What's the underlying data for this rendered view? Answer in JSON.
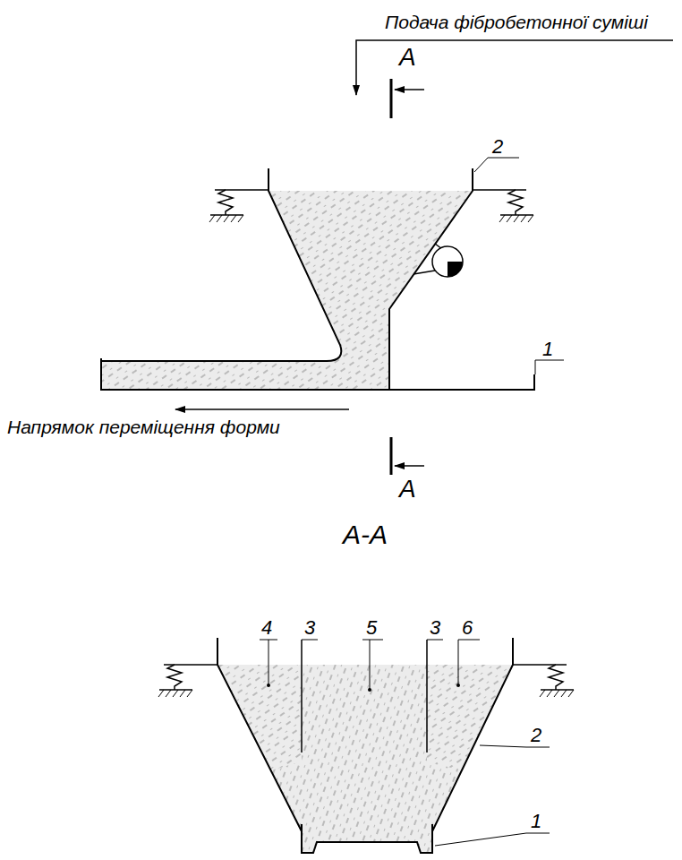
{
  "diagram": {
    "labels": [
      "Подача фібробетонної суміші",
      "2",
      "А",
      "1",
      "Напрямок переміщення форми",
      "А",
      "А-А",
      "4",
      "3",
      "5",
      "3",
      "6",
      "2",
      "1"
    ]
  }
}
